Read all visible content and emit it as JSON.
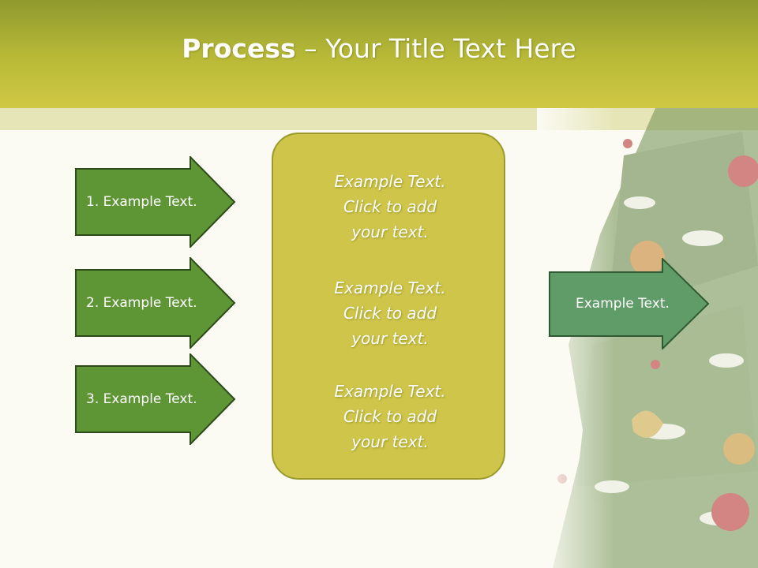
{
  "slide": {
    "title_bold": "Process",
    "title_rest": " – Your Title Text Here"
  },
  "left_arrows": [
    {
      "label": "1. Example Text."
    },
    {
      "label": "2. Example Text."
    },
    {
      "label": "3. Example Text."
    }
  ],
  "center_box": {
    "paragraphs": [
      {
        "lines": [
          "Example Text.",
          "Click  to add",
          "your text."
        ]
      },
      {
        "lines": [
          "Example Text.",
          "Click  to add",
          "your text."
        ]
      },
      {
        "lines": [
          "Example Text.",
          "Click  to add",
          "your text."
        ]
      }
    ]
  },
  "right_arrow": {
    "label": "Example Text."
  },
  "colors": {
    "header": "#b9ba37",
    "arrow_dark": "#5e9636",
    "arrow_right": "#5f9c67",
    "center_box": "#cfc54a"
  }
}
